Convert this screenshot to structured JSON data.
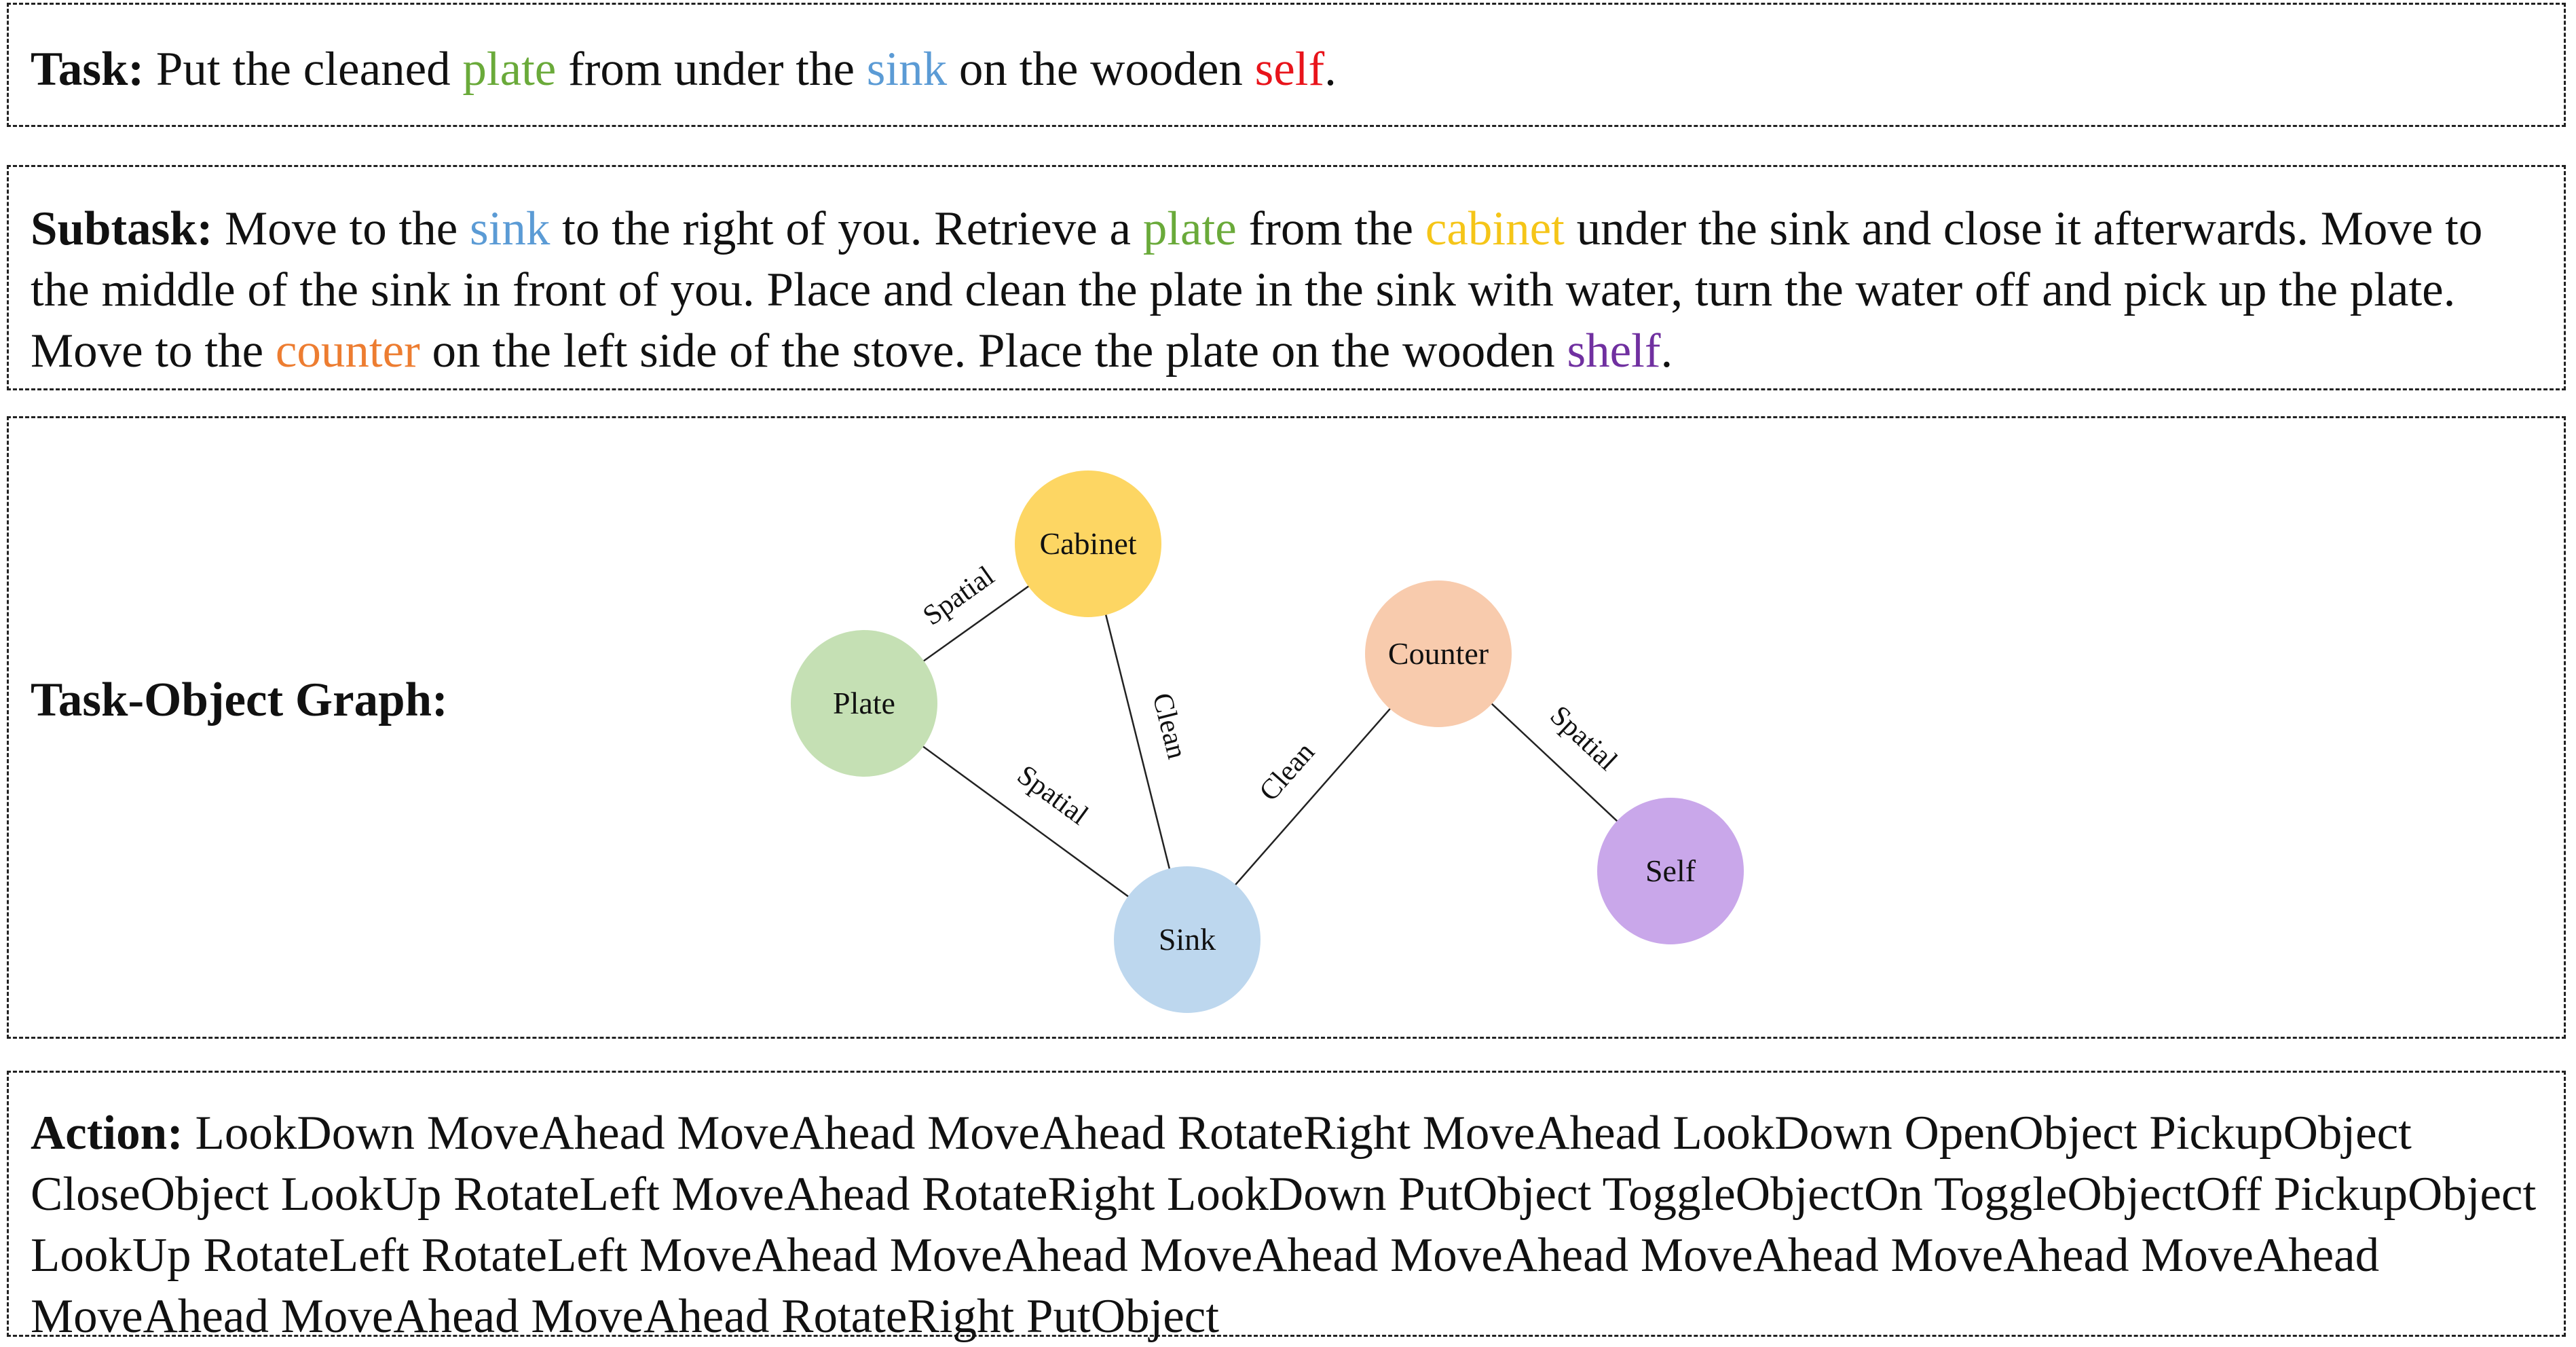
{
  "task": {
    "heading": "Task:",
    "segments": [
      {
        "text": " Put the cleaned ",
        "color": null
      },
      {
        "text": "plate",
        "color": "#6aaa3a"
      },
      {
        "text": " from under the ",
        "color": null
      },
      {
        "text": "sink",
        "color": "#5b9bd5"
      },
      {
        "text": " on the wooden ",
        "color": null
      },
      {
        "text": "self",
        "color": "#e8141b"
      },
      {
        "text": ".",
        "color": null
      }
    ]
  },
  "subtask": {
    "heading": "Subtask:",
    "segments": [
      {
        "text": " Move to the ",
        "color": null
      },
      {
        "text": "sink",
        "color": "#5b9bd5"
      },
      {
        "text": " to the right of you. Retrieve a ",
        "color": null
      },
      {
        "text": "plate",
        "color": "#6aaa3a"
      },
      {
        "text": " from the ",
        "color": null
      },
      {
        "text": "cabinet",
        "color": "#f5c518"
      },
      {
        "text": " under the sink and close it afterwards. Move to the middle of the sink in front of you. Place and clean the plate in the sink with water, turn the water off and pick up the plate. Move to the ",
        "color": null
      },
      {
        "text": "counter",
        "color": "#ed7d31"
      },
      {
        "text": " on the left side of the stove. Place the plate on the wooden ",
        "color": null
      },
      {
        "text": "shelf",
        "color": "#7030a0"
      },
      {
        "text": ".",
        "color": null
      }
    ]
  },
  "graph": {
    "heading": "Task-Object Graph:",
    "nodes": [
      {
        "id": "cabinet",
        "label": "Cabinet",
        "fill": "#fdd663"
      },
      {
        "id": "plate",
        "label": "Plate",
        "fill": "#c5e0b4"
      },
      {
        "id": "counter",
        "label": "Counter",
        "fill": "#f8cbad"
      },
      {
        "id": "sink",
        "label": "Sink",
        "fill": "#bdd7ee"
      },
      {
        "id": "self",
        "label": "Self",
        "fill": "#c9a7ea"
      }
    ],
    "edges": [
      {
        "from": "plate",
        "to": "cabinet",
        "label": "Spatial"
      },
      {
        "from": "cabinet",
        "to": "sink",
        "label": "Clean"
      },
      {
        "from": "plate",
        "to": "sink",
        "label": "Spatial"
      },
      {
        "from": "sink",
        "to": "counter",
        "label": "Clean"
      },
      {
        "from": "counter",
        "to": "self",
        "label": "Spatial"
      }
    ]
  },
  "action": {
    "heading": "Action:",
    "sequence": "LookDown MoveAhead MoveAhead MoveAhead RotateRight MoveAhead LookDown OpenObject PickupObject CloseObject LookUp RotateLeft MoveAhead RotateRight LookDown PutObject ToggleObjectOn ToggleObjectOff PickupObject LookUp RotateLeft RotateLeft MoveAhead MoveAhead MoveAhead MoveAhead MoveAhead MoveAhead MoveAhead MoveAhead MoveAhead MoveAhead RotateRight PutObject"
  }
}
